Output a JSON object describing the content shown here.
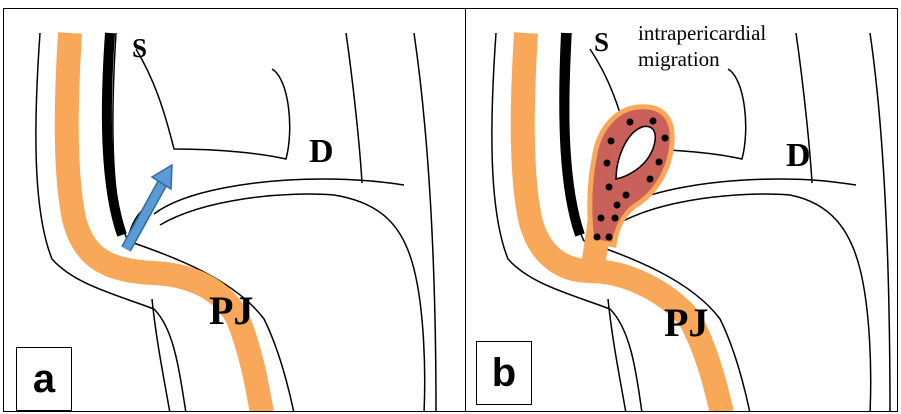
{
  "panels": [
    {
      "letter": "a",
      "s_label": "S",
      "d_label": "D",
      "pj_label": "PJ"
    },
    {
      "letter": "b",
      "s_label": "S",
      "d_label": "D",
      "pj_label": "PJ",
      "annotation_line1": "intrapericardial",
      "annotation_line2": "migration"
    }
  ],
  "colors": {
    "catheter": "#f9a85a",
    "arrow": "#5b9bd5",
    "migration": "#c9605a",
    "outline": "#000000"
  },
  "icons": {
    "arrow": "arrow-icon",
    "dots": "dot-icon"
  }
}
